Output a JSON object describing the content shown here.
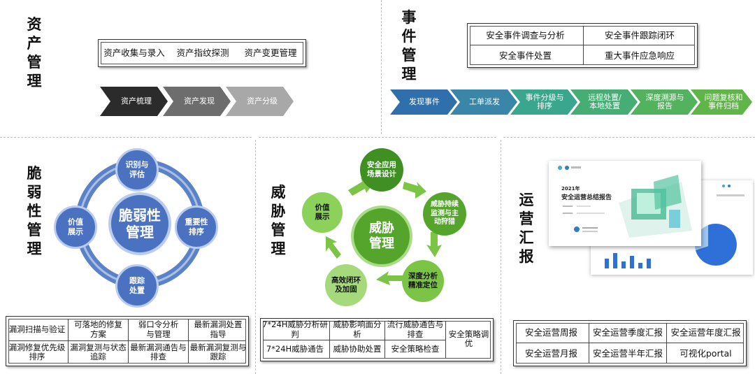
{
  "asset": {
    "title": [
      "资",
      "产",
      "管",
      "理"
    ],
    "items": [
      "资产收集与录入",
      "资产指纹探测",
      "资产变更管理"
    ],
    "steps": [
      "资产梳理",
      "资产发现",
      "资产分级"
    ]
  },
  "event": {
    "title": [
      "事",
      "件",
      "管",
      "理"
    ],
    "grid": [
      "安全事件调查与分析",
      "安全事件跟踪闭环",
      "安全事件处置",
      "重大事件应急响应"
    ],
    "steps": [
      "发现事件",
      "工单派发",
      "事件分级与\n排序",
      "远程处置/\n本地处置",
      "深度溯源与\n报告",
      "问题复核和\n事件归档"
    ]
  },
  "vuln": {
    "title": [
      "脆",
      "弱",
      "性",
      "管",
      "理"
    ],
    "center": "脆弱性\n管理",
    "nodes": {
      "top": "识别与\n评估",
      "right": "重要性\n排序",
      "bottom": "跟踪\n处置",
      "left": "价值\n展示"
    },
    "table": [
      [
        "漏洞扫描与验证",
        "可落地的修复\n方案",
        "弱口令分析\n与管理",
        "最新漏洞处置\n指导"
      ],
      [
        "漏洞修复优先级\n排序",
        "漏洞复测与状态\n追踪",
        "最新漏洞通告与\n排查",
        "最新漏洞复测与\n跟踪"
      ]
    ]
  },
  "threat": {
    "title": [
      "威",
      "胁",
      "管",
      "理"
    ],
    "center": "威胁\n管理",
    "nodes": [
      "安全应用\n场景设计",
      "威胁持续\n监测与主\n动狩猎",
      "深度分析\n精准定位",
      "高效闭环\n及加固",
      "价值\n展示"
    ],
    "table": {
      "r1": [
        "7*24H威胁分析研\n判",
        "威胁影响面分\n析",
        "流行威胁通告与\n排查"
      ],
      "r2": [
        "7*24H威胁通告",
        "威胁协助处置",
        "安全策略检查"
      ],
      "merged": "安全策略调\n优"
    }
  },
  "ops": {
    "title": [
      "运",
      "营",
      "汇",
      "报"
    ],
    "report": {
      "year": "2021年",
      "title": "安全运营总结报告"
    },
    "grid": [
      "安全运营周报",
      "安全运营季度汇报",
      "安全运营年度汇报",
      "安全运营月报",
      "安全运营半年汇报",
      "可视化portal"
    ]
  },
  "colors": {
    "dark_chevron": "#2b2b2b",
    "mid_chevron": "#6d6d6d",
    "light_chevron": "#a8a8a8",
    "blue_chevron": "#2f6fab",
    "teal_chevron": "#3aa68d",
    "green_chevron": "#5fb547",
    "ring_blue": "#5b82c6",
    "circle_blue": "#4a72c0",
    "green_main": "#55a52c",
    "green_light": "#7cc445"
  }
}
